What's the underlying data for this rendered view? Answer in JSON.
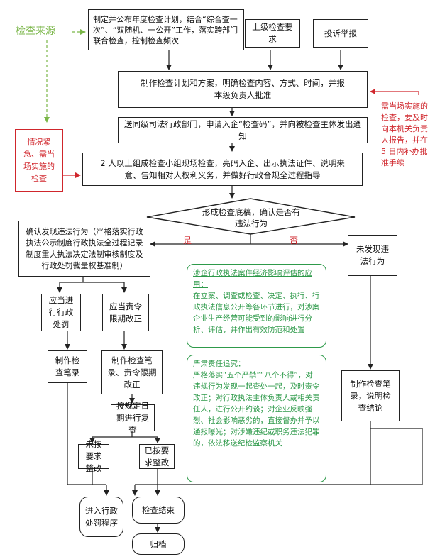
{
  "source_label": "检查来源",
  "top": {
    "plan": "制定并公布年度检查计划，结合“综合查一次”、“双随机、一公开”工作，落实跨部门联合检查，控制检查频次",
    "superior": "上级检查要求",
    "complaint": "投诉举报"
  },
  "steps": {
    "make_plan": "制作检查计划和方案，明确检查内容、方式、时间，并报本级负责人批准",
    "send_judicial": "送同级司法行政部门，申请入企“检查码”，并向被检查主体发出通知",
    "onsite": "2 人以上组成检查小组现场检查，亮码入企、出示执法证件、说明来意、告知相对人权利义务，并做好行政合规全过程指导",
    "decision": "形成检查底稿，确认是否有违法行为"
  },
  "left_red": "情况紧急、需当场实施的检查",
  "right_red": "需当场实施的检查，要及时向本机关负责人报告，并在 5 日内补办批准手续",
  "branch": {
    "yes": "是",
    "no": "否"
  },
  "violation": "确认发现违法行为（严格落实行政执法公示制度行政执法全过程记录制度重大执法决定法制审核制度及行政处罚裁量权基准制）",
  "no_violation": "未发现违法行为",
  "penalty": "应当进行行政处罚",
  "rectify_order": "应当责令限期改正",
  "record_left": "制作检查笔录",
  "record_mid": "制作检查笔录、责令限期改正",
  "review": "按规定日期进行复查",
  "not_rectified": "未按要求整改",
  "rectified": "已按要求整改",
  "enter_penalty": "进入行政处罚程序",
  "end": "检查结束",
  "archive": "归档",
  "record_right": "制作检查笔录，说明检查结论",
  "green1": {
    "title": "涉企行政执法案件经济影响评估的应用：",
    "body": "在立案、调查或检查、决定、执行、行政执法信息公开等各环节进行，对涉案企业生产经营可能受到的影响进行分析、评估，并作出有效防范和处置"
  },
  "green2": {
    "title": "严肃责任追究：",
    "body": "严格落实“五个严禁”“八个不得”，对违规行为发现一起查处一起，及时责令改正；对行政执法主体负责人或相关责任人，进行公开约谈；对企业反映强烈、社会影响恶劣的，直接督办并予以通报曝光；对涉嫌违纪或职务违法犯罪的，依法移送纪检监察机关"
  },
  "colors": {
    "red": "#d0262c",
    "green": "#2e9a4a",
    "source": "#7ab648"
  }
}
